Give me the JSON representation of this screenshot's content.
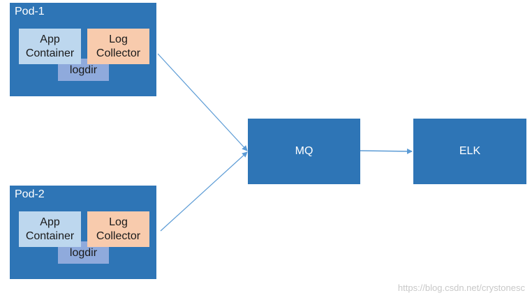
{
  "pods": [
    {
      "label": "Pod-1",
      "app_container": "App\nContainer",
      "log_collector": "Log\nCollector",
      "logdir": "logdir"
    },
    {
      "label": "Pod-2",
      "app_container": "App\nContainer",
      "log_collector": "Log\nCollector",
      "logdir": "logdir"
    }
  ],
  "services": {
    "mq": "MQ",
    "elk": "ELK"
  },
  "watermark": "https://blog.csdn.net/crystonesc",
  "colors": {
    "pod": "#2e75b6",
    "app_container": "#bdd7ee",
    "log_collector": "#f8cbad",
    "logdir": "#8faadc",
    "arrow": "#5b9bd5"
  }
}
